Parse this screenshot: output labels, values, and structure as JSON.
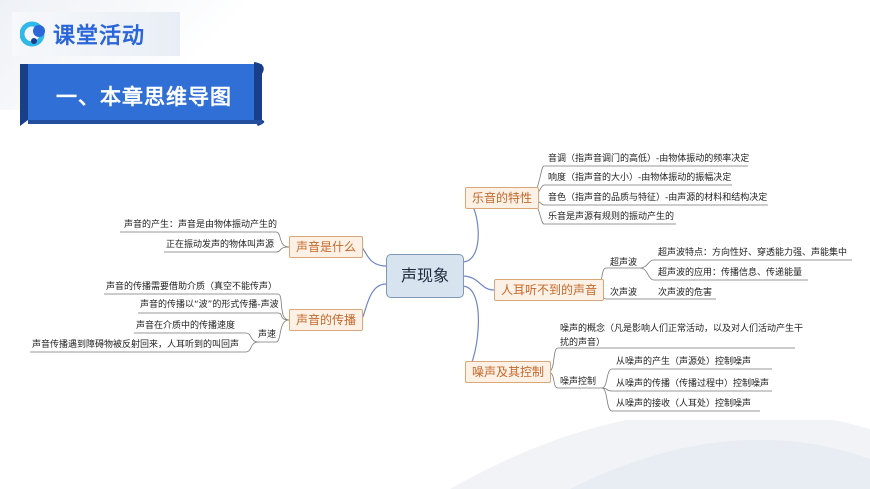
{
  "header": {
    "title": "课堂活动",
    "logo_icon": "app-logo-icon"
  },
  "banner": {
    "title": "一、本章思维导图"
  },
  "colors": {
    "banner_blue": "#2f6fd6",
    "banner_dark": "#1a3f8a",
    "branch_border": "#d9a77a",
    "branch_fill": "#fdf1e6",
    "branch_text": "#c4682a",
    "line_blue": "#6f86c9",
    "center_fill": "#d8e3f0"
  },
  "mindmap": {
    "center": "声现象",
    "left": {
      "what": {
        "label": "声音是什么",
        "items": [
          "声音的产生：声音是由物体振动产生的",
          "正在振动发声的物体叫声源"
        ]
      },
      "propagation": {
        "label": "声音的传播",
        "items": [
          "声音的传播需要借助介质（真空不能传声）",
          "声音的传播以“波”的形式传播-声波",
          "声音在介质中的传播速度",
          "声音传播遇到障碍物被反射回来，人耳听到的叫回声"
        ],
        "speed_label": "声速"
      }
    },
    "right": {
      "music": {
        "label": "乐音的特性",
        "items": [
          "音调（指声音调门的高低）-由物体振动的频率决定",
          "响度（指声音的大小）-由物体振动的振幅决定",
          "音色（指声音的品质与特征）-由声源的材料和结构决定",
          "乐音是声源有规则的振动产生的"
        ]
      },
      "inaudible": {
        "label": "人耳听不到的声音",
        "ultra_label": "超声波",
        "ultra_items": [
          "超声波特点：方向性好、穿透能力强、声能集中",
          "超声波的应用：传播信息、传递能量"
        ],
        "infra_label": "次声波",
        "infra_item": "次声波的危害"
      },
      "noise": {
        "label": "噪声及其控制",
        "concept": "噪声的概念（凡是影响人们正常活动，以及对人们活动产生干扰的声音）",
        "control_label": "噪声控制",
        "control_items": [
          "从噪声的产生（声源处）控制噪声",
          "从噪声的传播（传播过程中）控制噪声",
          "从噪声的接收（人耳处）控制噪声"
        ]
      }
    }
  }
}
